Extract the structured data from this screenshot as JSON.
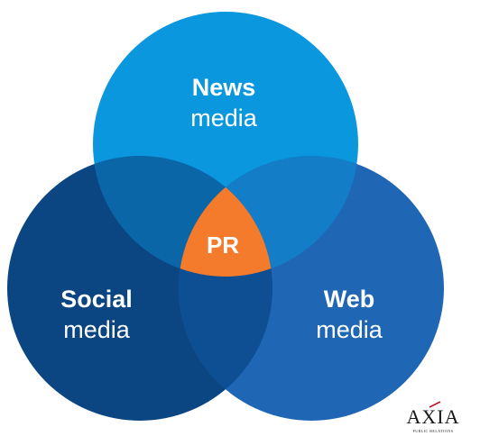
{
  "diagram": {
    "circles": [
      {
        "id": "news",
        "title": "News",
        "subtitle": "media",
        "color": "#0b97de"
      },
      {
        "id": "social",
        "title": "Social",
        "subtitle": "media",
        "color": "#0b4682"
      },
      {
        "id": "web",
        "title": "Web",
        "subtitle": "media",
        "color": "#1f66b4"
      }
    ],
    "overlaps": {
      "news_social": "#0b66a8",
      "news_web": "#137dc8",
      "social_web": "#0e4f94"
    },
    "center": {
      "label": "PR",
      "color": "#f47b2b"
    }
  },
  "logo": {
    "name": "AXIA",
    "tagline": "PUBLIC RELATIONS"
  }
}
